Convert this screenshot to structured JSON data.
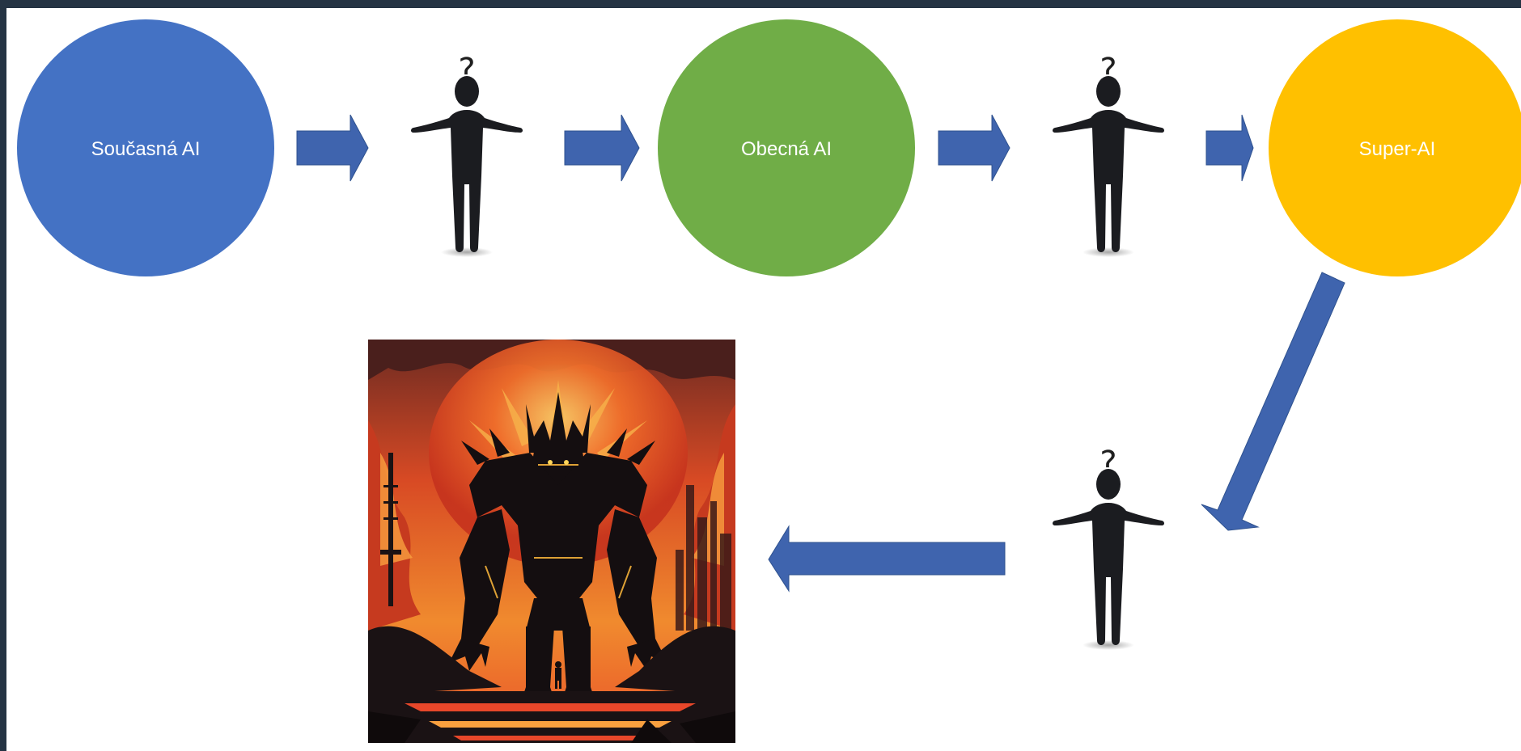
{
  "nodes": [
    {
      "id": "current-ai",
      "label": "Současná AI",
      "color": "#4472C4"
    },
    {
      "id": "general-ai",
      "label": "Obecná AI",
      "color": "#70AD47"
    },
    {
      "id": "super-ai",
      "label": "Super-AI",
      "color": "#FFC000"
    }
  ],
  "figures": {
    "question_mark": "?",
    "color": "#1b1c20",
    "icon": "person-shrugging-icon"
  },
  "arrows": {
    "color": "#3F64AE",
    "stroke": "#2F528F"
  },
  "illustration": {
    "icon": "fire-robot-illustration",
    "description_colors": [
      "#E8472A",
      "#F9A03F",
      "#1a1010"
    ]
  }
}
